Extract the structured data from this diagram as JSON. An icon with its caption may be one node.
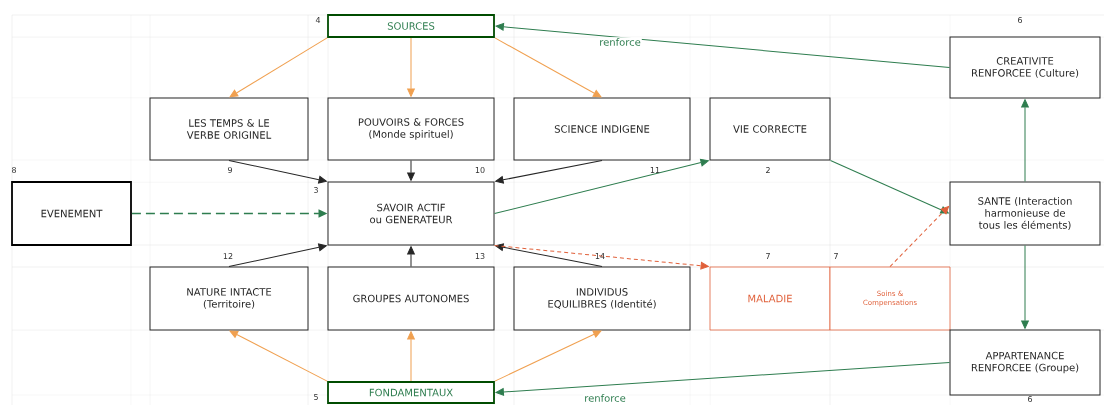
{
  "diagram": {
    "nodes": [
      {
        "text": [
          "SOURCES"
        ]
      },
      {
        "text": [
          "LES TEMPS & LE VERBE ORIGINEL"
        ]
      },
      {
        "text": [
          "POUVOIRS & FORCES (Monde spirituel)"
        ]
      },
      {
        "text": [
          "SCIENCE INDIGENE"
        ]
      },
      {
        "text": [
          "VIE CORRECTE"
        ]
      },
      {
        "text": [
          "CREATIVITE RENFORCEE (Culture)"
        ]
      },
      {
        "text": [
          "EVENEMENT"
        ]
      },
      {
        "text": [
          "SAVOIR ACTIF ou GENERATEUR"
        ]
      },
      {
        "text": [
          "SANTE (Interaction harmonieuse de tous les éléments)"
        ]
      },
      {
        "text": [
          "NATURE INTACTE (Territoire)"
        ]
      },
      {
        "text": [
          "GROUPES AUTONOMES"
        ]
      },
      {
        "text": [
          "INDIVIDUS EQUILIBRES (Identité)"
        ]
      },
      {
        "text": [
          "MALADIE"
        ]
      },
      {
        "text": [
          "Soins & Compensations"
        ]
      },
      {
        "text": [
          "APPARTENANCE RENFORCEE (Groupe)"
        ]
      },
      {
        "text": [
          "FONDAMENTAUX"
        ]
      }
    ],
    "edges": [
      {
        "from": 0,
        "to": 1,
        "arrow": "to",
        "color": "#f0a050"
      },
      {
        "from": 0,
        "to": 2,
        "arrow": "to",
        "color": "#f0a050"
      },
      {
        "from": 0,
        "to": 3,
        "arrow": "to",
        "color": "#f0a050"
      },
      {
        "from": 1,
        "to": 7,
        "arrow": "to"
      },
      {
        "from": 2,
        "to": 7,
        "arrow": "to"
      },
      {
        "from": 3,
        "to": 7,
        "arrow": "to"
      },
      {
        "from": 9,
        "to": 7,
        "arrow": "to"
      },
      {
        "from": 10,
        "to": 7,
        "arrow": "to"
      },
      {
        "from": 11,
        "to": 7,
        "arrow": "to"
      },
      {
        "from": 15,
        "to": 9,
        "arrow": "to",
        "color": "#f0a050"
      },
      {
        "from": 15,
        "to": 10,
        "arrow": "to",
        "color": "#f0a050"
      },
      {
        "from": 15,
        "to": 11,
        "arrow": "to",
        "color": "#f0a050"
      },
      {
        "from": 6,
        "to": 7,
        "arrow": "to",
        "style": "dashed",
        "color": "#2e7d4f"
      },
      {
        "from": 7,
        "to": 4,
        "arrow": "to",
        "color": "#2e7d4f"
      },
      {
        "from": 4,
        "to": 8,
        "arrow": "to",
        "color": "#2e7d4f"
      },
      {
        "from": 8,
        "to": 5,
        "arrow": "to",
        "color": "#2e7d4f"
      },
      {
        "from": 8,
        "to": 14,
        "arrow": "to",
        "color": "#2e7d4f"
      },
      {
        "from": 5,
        "to": 0,
        "arrow": "to",
        "label": "renforce",
        "color": "#2e7d4f"
      },
      {
        "from": 14,
        "to": 15,
        "arrow": "to",
        "label": "renforce",
        "color": "#2e7d4f"
      },
      {
        "from": 7,
        "to": 12,
        "arrow": "to",
        "style": "dashed",
        "color": "#e0603a"
      },
      {
        "from": 13,
        "to": 8,
        "arrow": "to",
        "style": "dashed",
        "color": "#e0603a"
      }
    ],
    "labels": [
      "4",
      "6",
      "8",
      "9",
      "10",
      "11",
      "2",
      "3",
      "12",
      "13",
      "14",
      "7",
      "7",
      "5",
      "6"
    ]
  }
}
